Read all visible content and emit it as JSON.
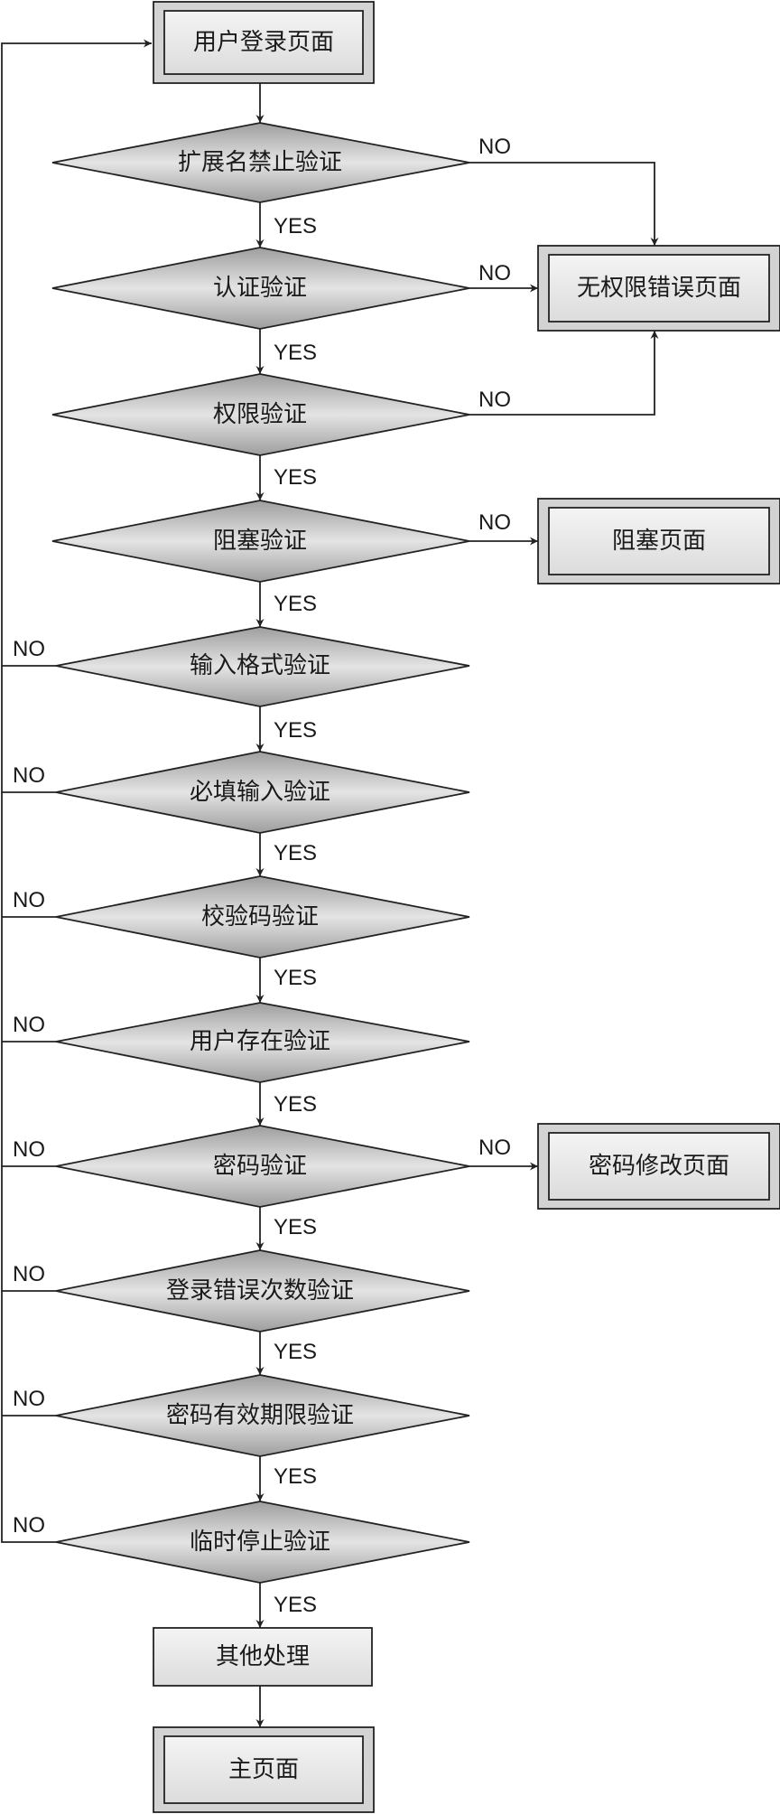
{
  "nodes": {
    "login": {
      "label": "用户登录页面"
    },
    "ext_check": {
      "label": "扩展名禁止验证"
    },
    "auth_check": {
      "label": "认证验证"
    },
    "perm_check": {
      "label": "权限验证"
    },
    "block_check": {
      "label": "阻塞验证"
    },
    "format_check": {
      "label": "输入格式验证"
    },
    "required_check": {
      "label": "必填输入验证"
    },
    "captcha_check": {
      "label": "校验码验证"
    },
    "user_check": {
      "label": "用户存在验证"
    },
    "pwd_check": {
      "label": "密码验证"
    },
    "attempts_check": {
      "label": "登录错误次数验证"
    },
    "expiry_check": {
      "label": "密码有效期限验证"
    },
    "suspend_check": {
      "label": "临时停止验证"
    },
    "other": {
      "label": "其他处理"
    },
    "main": {
      "label": "主页面"
    },
    "no_perm_page": {
      "label": "无权限错误页面"
    },
    "blocked_page": {
      "label": "阻塞页面"
    },
    "pwd_change_page": {
      "label": "密码修改页面"
    }
  },
  "labels": {
    "yes": "YES",
    "no": "NO"
  }
}
